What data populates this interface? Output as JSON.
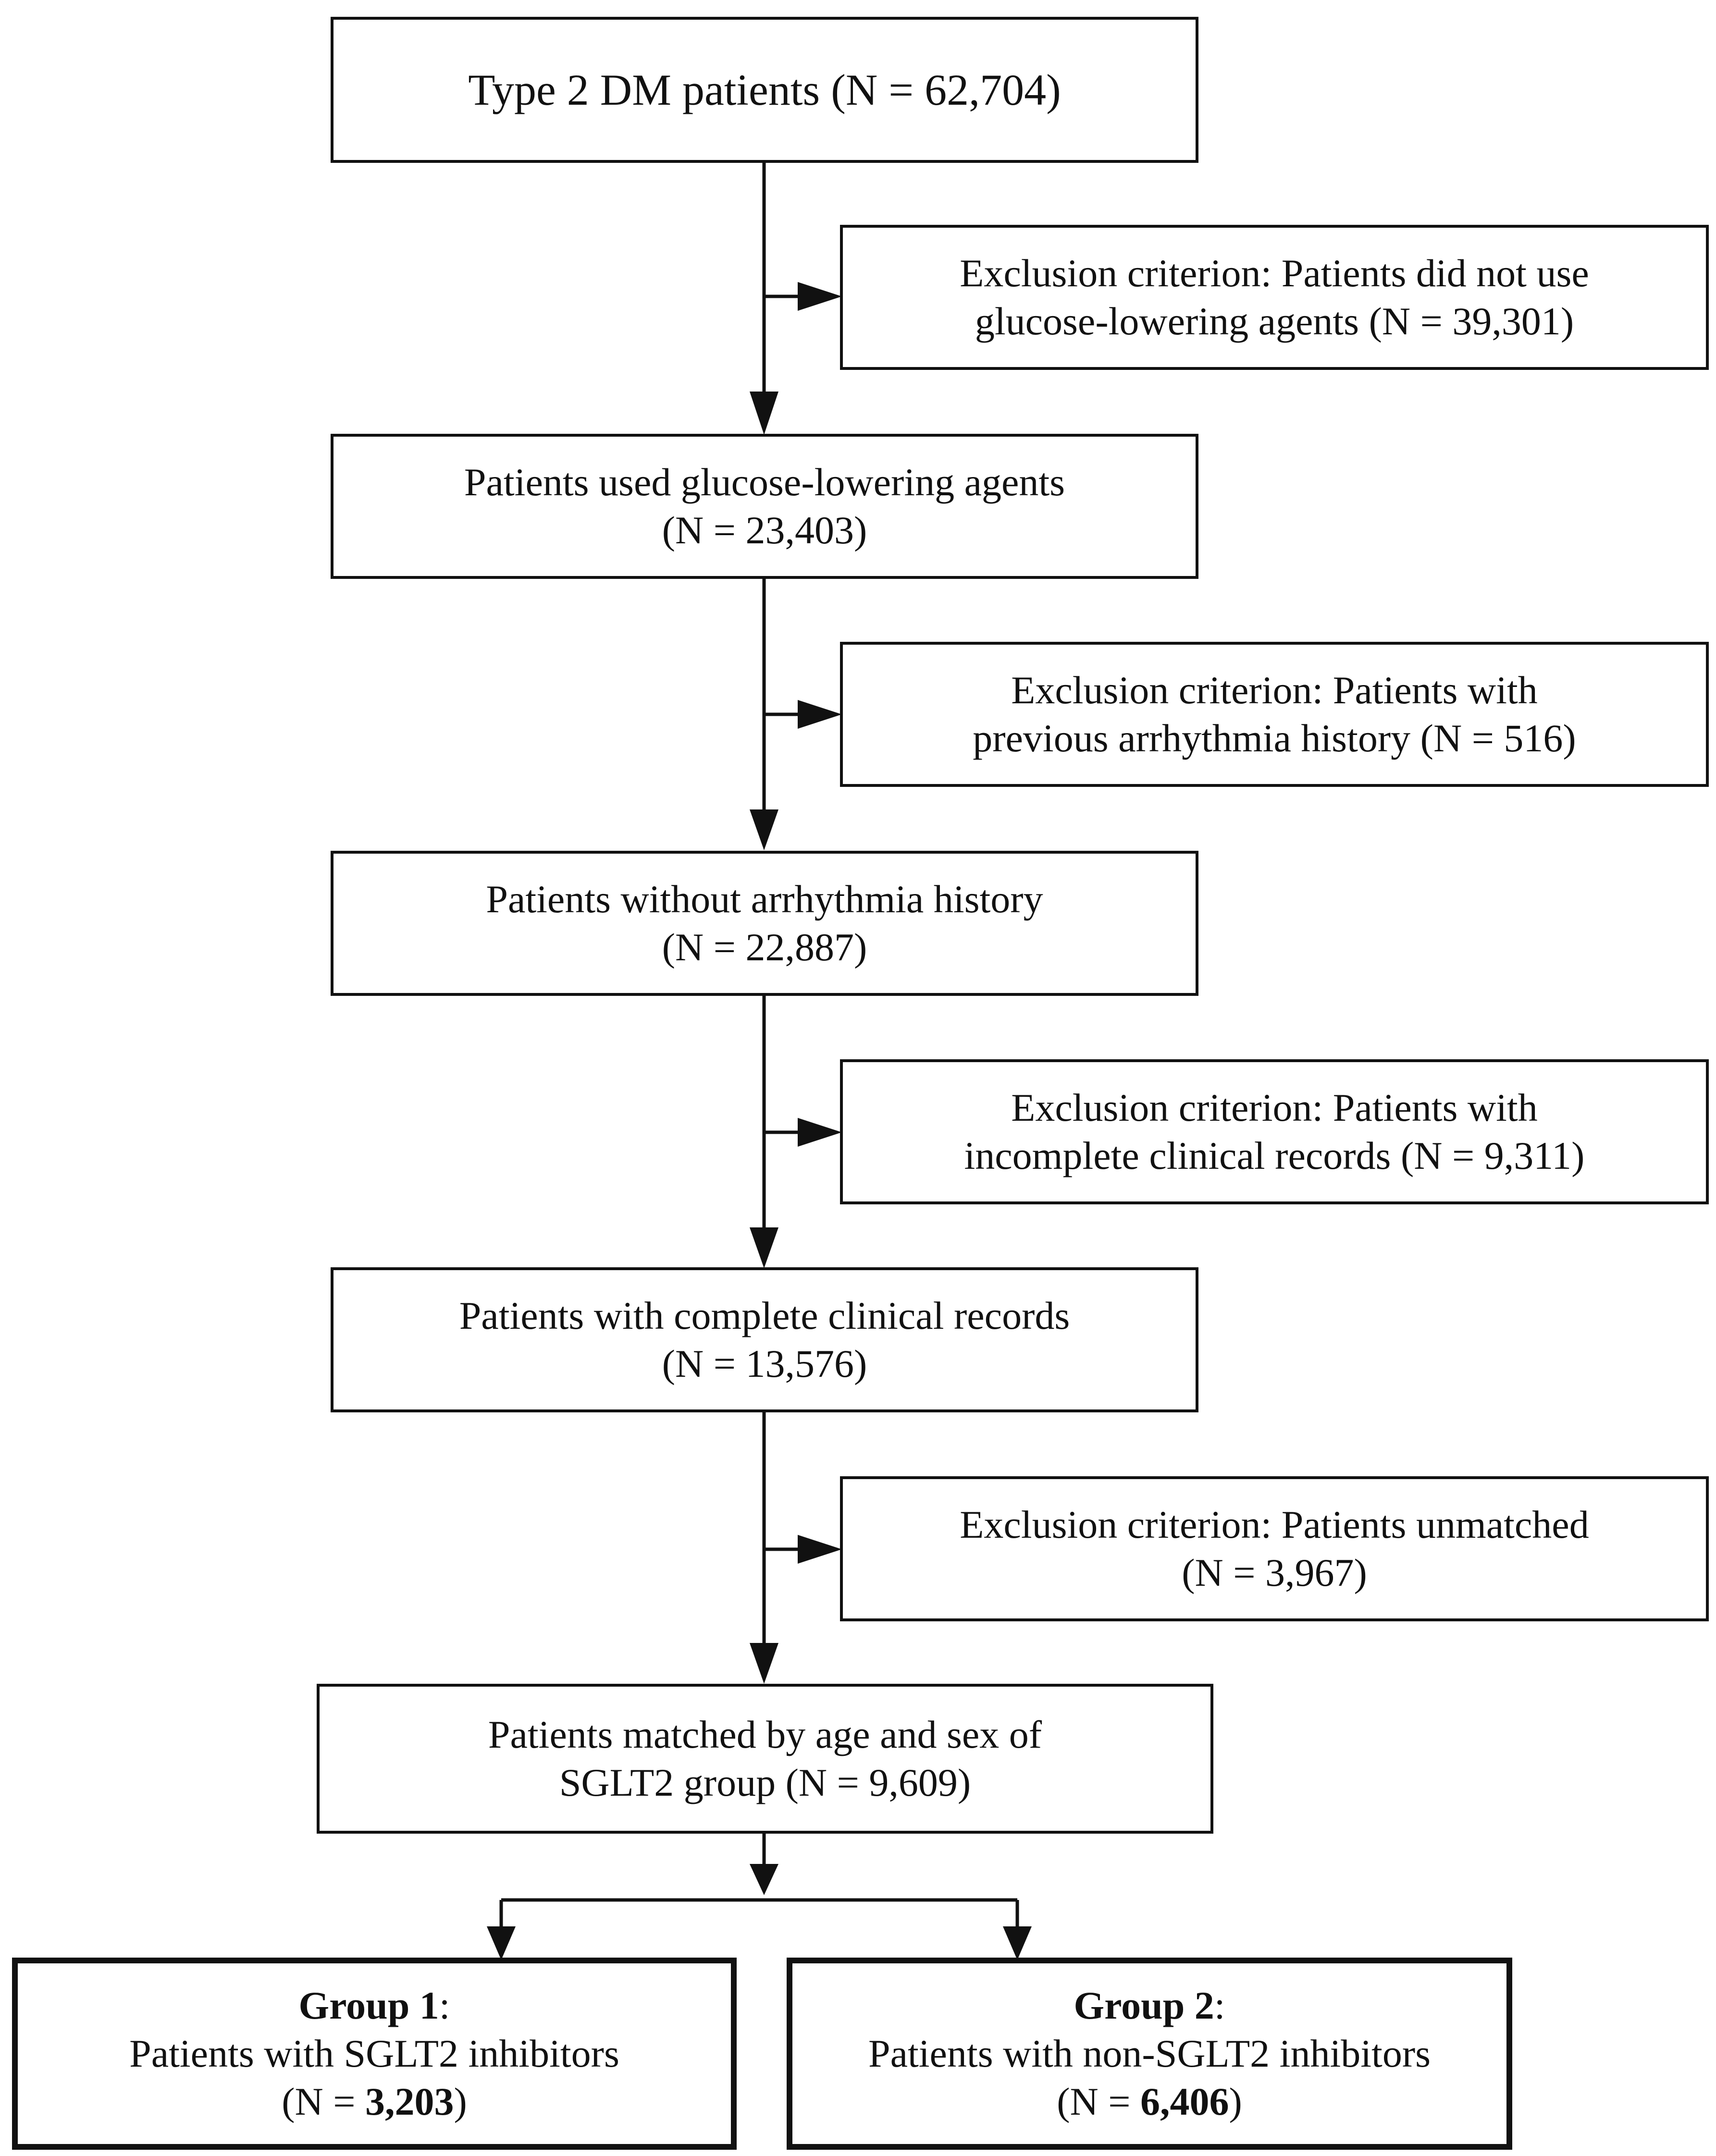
{
  "colors": {
    "stroke": "#111111",
    "background": "#ffffff"
  },
  "flow": {
    "start": {
      "line1": "Type 2 DM patients (N = 62,704)"
    },
    "exclusion1": {
      "line1": "Exclusion criterion: Patients did not use",
      "line2": "glucose-lowering agents (N = 39,301)"
    },
    "step1": {
      "line1": "Patients used glucose-lowering agents",
      "line2": "(N = 23,403)"
    },
    "exclusion2": {
      "line1": "Exclusion criterion: Patients with",
      "line2": "previous arrhythmia history (N = 516)"
    },
    "step2": {
      "line1": "Patients without arrhythmia history",
      "line2": "(N = 22,887)"
    },
    "exclusion3": {
      "line1": "Exclusion criterion: Patients with",
      "line2": "incomplete clinical records (N = 9,311)"
    },
    "step3": {
      "line1": "Patients with complete clinical records",
      "line2": "(N = 13,576)"
    },
    "exclusion4": {
      "line1": "Exclusion criterion: Patients unmatched",
      "line2": "(N = 3,967)"
    },
    "step4": {
      "line1": "Patients matched by age and sex of",
      "line2": "SGLT2 group (N = 9,609)"
    },
    "group1": {
      "label": "Group 1",
      "colon": ":",
      "desc": "Patients with SGLT2 inhibitors",
      "n_prefix": "(N = ",
      "n_value": "3,203",
      "n_suffix": ")"
    },
    "group2": {
      "label": "Group 2",
      "colon": ":",
      "desc": "Patients with non-SGLT2 inhibitors",
      "n_prefix": "(N = ",
      "n_value": "6,406",
      "n_suffix": ")"
    }
  }
}
